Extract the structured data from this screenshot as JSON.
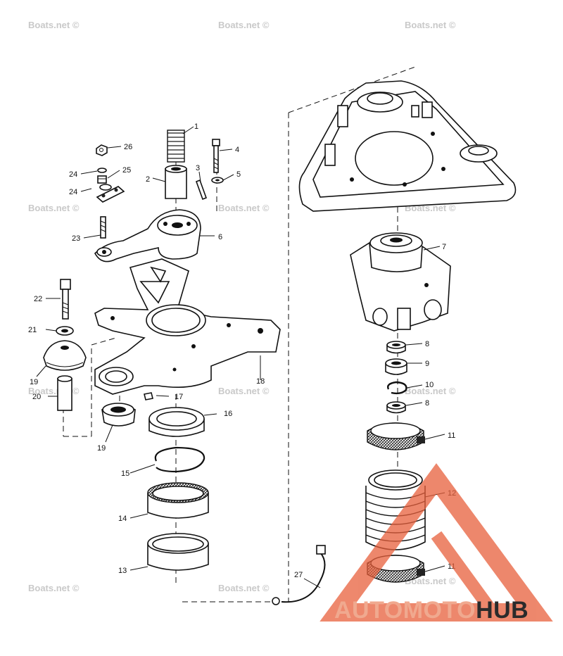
{
  "watermark": {
    "text": "Boats.net ©"
  },
  "brand": {
    "part1": "AUTOMOTO",
    "part2": "HUB",
    "color_primary": "#e8603c",
    "color_secondary": "#2b2b2b"
  },
  "callouts": {
    "p1": "1",
    "p2": "2",
    "p3": "3",
    "p4": "4",
    "p5": "5",
    "p6": "6",
    "p7": "7",
    "p8a": "8",
    "p8b": "8",
    "p9": "9",
    "p10": "10",
    "p11a": "11",
    "p11b": "11",
    "p12": "12",
    "p13": "13",
    "p14": "14",
    "p15": "15",
    "p16": "16",
    "p17": "17",
    "p18": "18",
    "p19a": "19",
    "p19b": "19",
    "p20": "20",
    "p21": "21",
    "p22": "22",
    "p23": "23",
    "p24a": "24",
    "p24b": "24",
    "p25": "25",
    "p26": "26",
    "p27": "27"
  }
}
